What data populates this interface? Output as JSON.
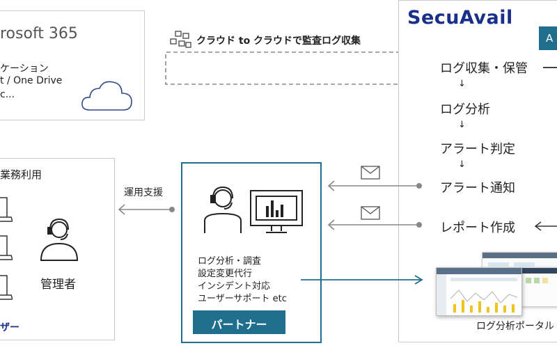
{
  "ms365": {
    "title": "rosoft 365",
    "app_label": "ケーション",
    "services": "t / One Drive",
    "etc": "c..."
  },
  "transfer": {
    "label": "クラウド to クラウドで監査ログ収集"
  },
  "secuavail": {
    "logo": "SecuAvail",
    "tag": "A",
    "steps": [
      "ログ収集・保管",
      "ログ分析",
      "アラート判定",
      "アラート通知",
      "レポート作成"
    ],
    "portal_label": "ログ分析ポータル"
  },
  "users": {
    "title": "業務利用",
    "admin_label": "管理者",
    "bottom_label": "ザー"
  },
  "support": {
    "label": "運用支援"
  },
  "partner": {
    "tasks": [
      "ログ分析・調査",
      "設定変更代行",
      "インシデント対応",
      "ユーザーサポート etc"
    ],
    "label": "パートナー"
  },
  "colors": {
    "partner": "#1e6e8c",
    "logo": "#1a2f8a",
    "arrow": "#777777",
    "cloud": "#2f4a8a"
  }
}
